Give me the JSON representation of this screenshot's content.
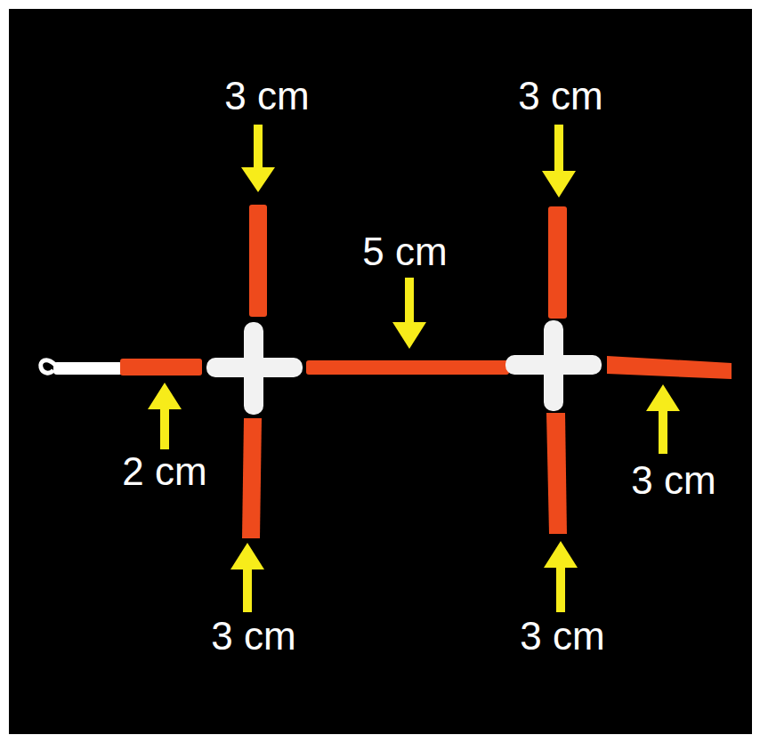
{
  "diagram": {
    "labels": [
      "3 cm",
      "3 cm",
      "5 cm",
      "2 cm",
      "3 cm",
      "3 cm",
      "3 cm"
    ]
  }
}
